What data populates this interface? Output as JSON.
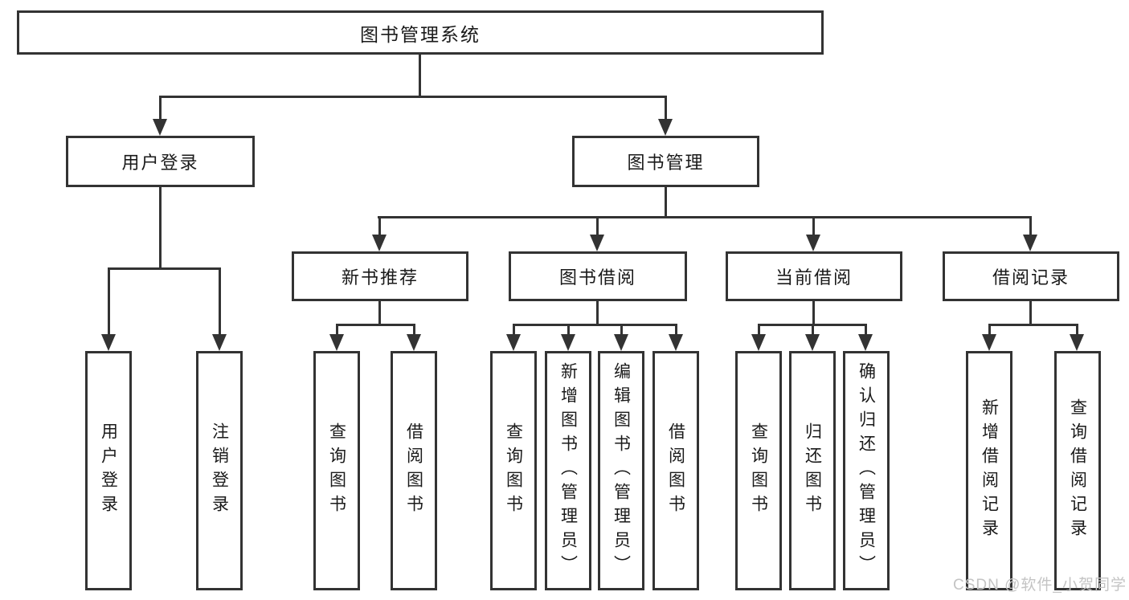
{
  "diagram": {
    "title_node": "图书管理系统",
    "root": {
      "label": "图书管理系统"
    },
    "branches": [
      {
        "label": "用户登录",
        "children": [
          {
            "label": "用户登录"
          },
          {
            "label": "注销登录"
          }
        ]
      },
      {
        "label": "图书管理",
        "children": [
          {
            "label": "新书推荐",
            "children": [
              {
                "label": "查询图书"
              },
              {
                "label": "借阅图书"
              }
            ]
          },
          {
            "label": "图书借阅",
            "children": [
              {
                "label": "查询图书"
              },
              {
                "label": "新增图书（管理员）"
              },
              {
                "label": "编辑图书（管理员）"
              },
              {
                "label": "借阅图书"
              }
            ]
          },
          {
            "label": "当前借阅",
            "children": [
              {
                "label": "查询图书"
              },
              {
                "label": "归还图书"
              },
              {
                "label": "确认归还（管理员）"
              }
            ]
          },
          {
            "label": "借阅记录",
            "children": [
              {
                "label": "新增借阅记录"
              },
              {
                "label": "查询借阅记录"
              }
            ]
          }
        ]
      }
    ],
    "watermark": "CSDN @软件_小贺同学",
    "colors": {
      "line": "#333333",
      "text": "#1a1a1a",
      "watermark": "#c4c4c4",
      "background": "#ffffff"
    }
  }
}
